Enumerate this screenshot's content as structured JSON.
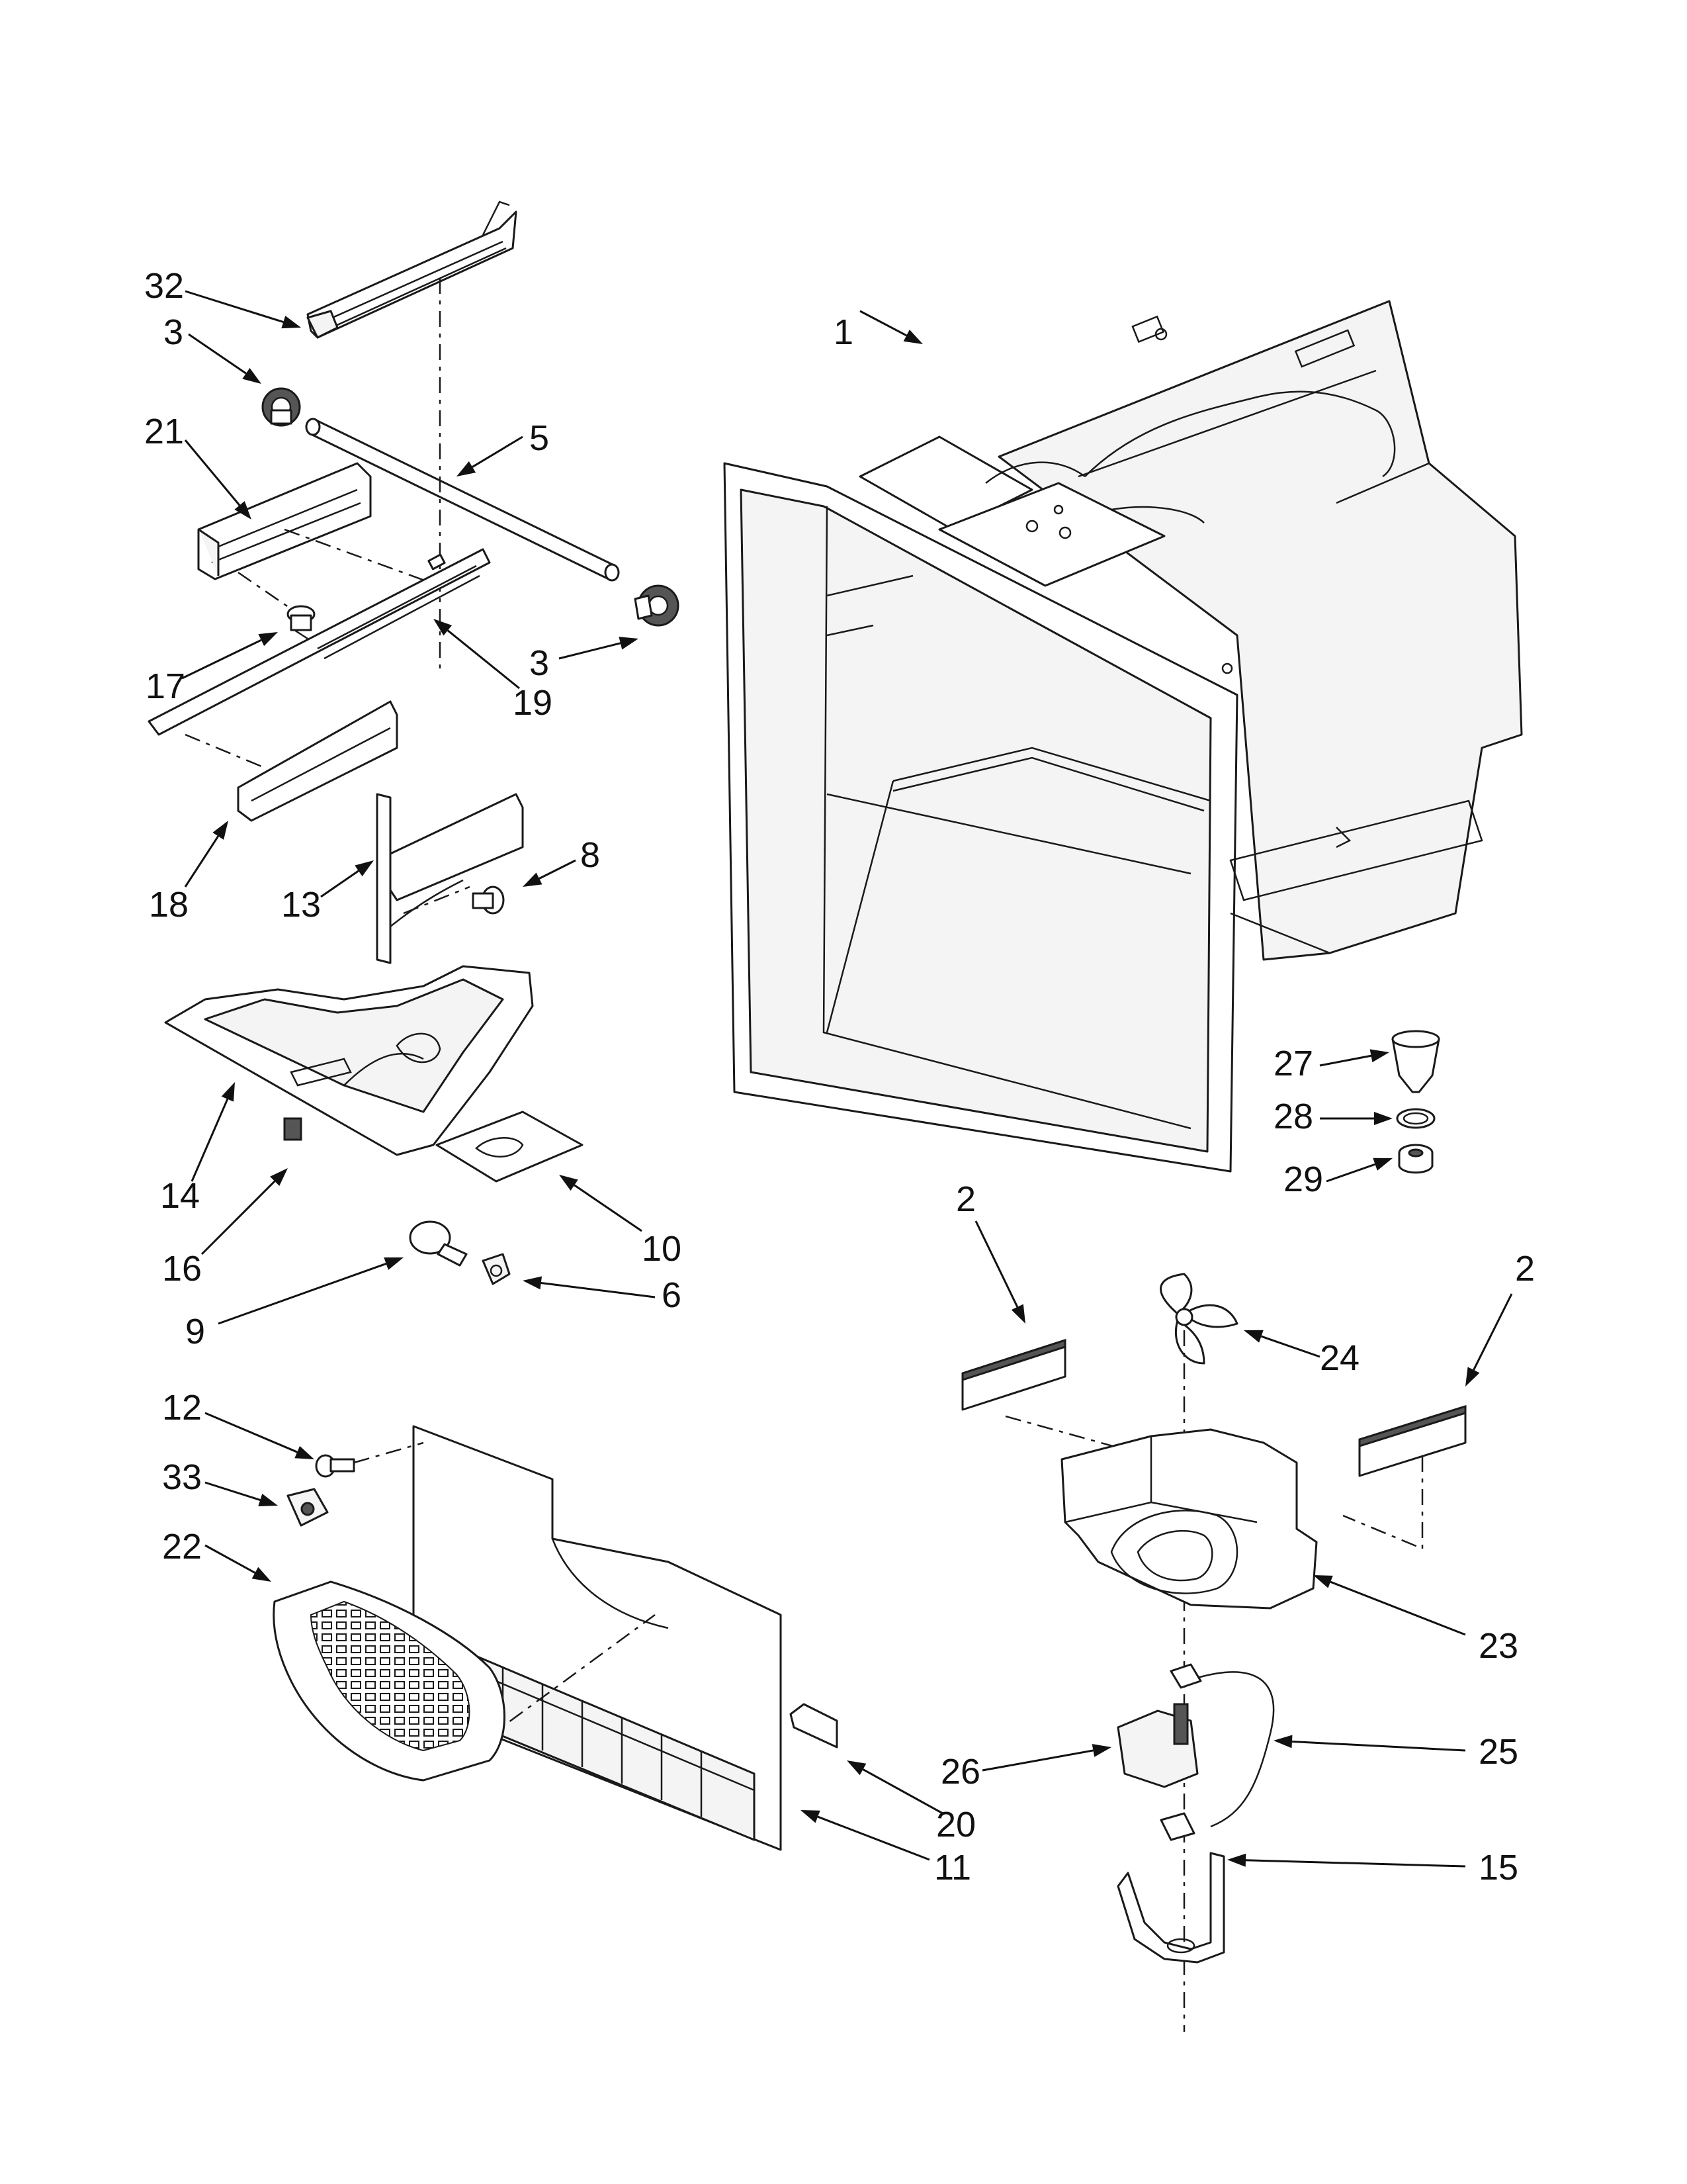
{
  "callouts": [
    {
      "id": "c1",
      "number": "1"
    },
    {
      "id": "c2a",
      "number": "2"
    },
    {
      "id": "c2b",
      "number": "2"
    },
    {
      "id": "c3a",
      "number": "3"
    },
    {
      "id": "c3b",
      "number": "3"
    },
    {
      "id": "c5",
      "number": "5"
    },
    {
      "id": "c6",
      "number": "6"
    },
    {
      "id": "c8",
      "number": "8"
    },
    {
      "id": "c9",
      "number": "9"
    },
    {
      "id": "c10",
      "number": "10"
    },
    {
      "id": "c11",
      "number": "11"
    },
    {
      "id": "c12",
      "number": "12"
    },
    {
      "id": "c13",
      "number": "13"
    },
    {
      "id": "c14",
      "number": "14"
    },
    {
      "id": "c15",
      "number": "15"
    },
    {
      "id": "c16",
      "number": "16"
    },
    {
      "id": "c17",
      "number": "17"
    },
    {
      "id": "c18",
      "number": "18"
    },
    {
      "id": "c19",
      "number": "19"
    },
    {
      "id": "c20",
      "number": "20"
    },
    {
      "id": "c21",
      "number": "21"
    },
    {
      "id": "c22",
      "number": "22"
    },
    {
      "id": "c23",
      "number": "23"
    },
    {
      "id": "c24",
      "number": "24"
    },
    {
      "id": "c25",
      "number": "25"
    },
    {
      "id": "c26",
      "number": "26"
    },
    {
      "id": "c27",
      "number": "27"
    },
    {
      "id": "c28",
      "number": "28"
    },
    {
      "id": "c29",
      "number": "29"
    },
    {
      "id": "c32",
      "number": "32"
    },
    {
      "id": "c33",
      "number": "33"
    }
  ]
}
